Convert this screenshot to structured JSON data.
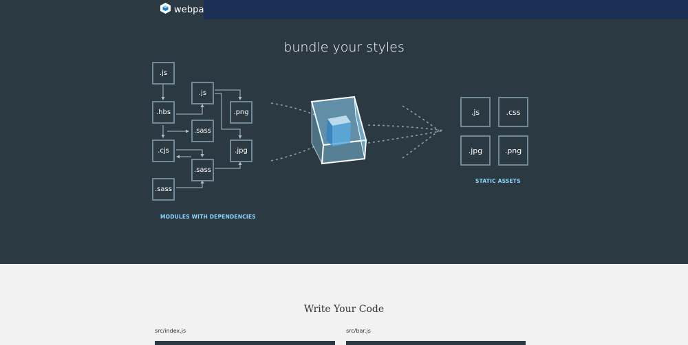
{
  "header": {
    "logo_text": "webpack"
  },
  "hero": {
    "title": "bundle your styles",
    "modules": [
      ".js",
      ".js",
      ".png",
      ".hbs",
      ".sass",
      ".cjs",
      ".jpg",
      ".sass",
      ".sass"
    ],
    "modules_caption": "MODULES WITH DEPENDENCIES",
    "assets": [
      ".js",
      ".css",
      ".jpg",
      ".png"
    ],
    "assets_caption": "STATIC ASSETS"
  },
  "section": {
    "title": "Write Your Code",
    "files": [
      "src/index.js",
      "src/bar.js"
    ]
  },
  "colors": {
    "hero_bg": "#2b3a42",
    "nav_blue": "#1c3056",
    "accent": "#8dd6f9",
    "box_border": "#6f8a96",
    "page_bg": "#f2f2f2"
  }
}
